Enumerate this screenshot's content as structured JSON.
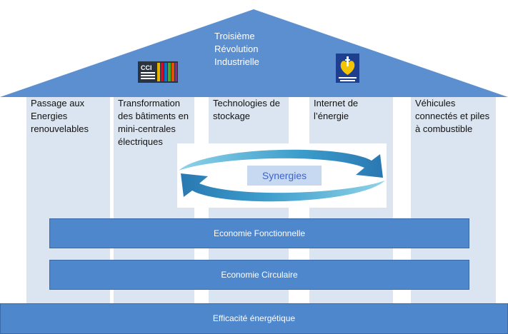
{
  "roof": {
    "title": "Troisième\nRévolution\nIndustrielle",
    "color": "#5b8fd0"
  },
  "logos": {
    "cci": "cci-region-logo",
    "region": "region-nord-pas-de-calais-logo"
  },
  "pillars": [
    {
      "label": "Passage aux Energies renouvelables"
    },
    {
      "label": "Transformation des bâtiments en mini-centrales électriques"
    },
    {
      "label": "Technologies de stockage"
    },
    {
      "label": "Internet de l’énergie"
    },
    {
      "label": "Véhicules connectés et piles à combustible"
    }
  ],
  "synergies": {
    "label": "Synergies"
  },
  "bands": {
    "fonctionnelle": "Economie Fonctionnelle",
    "circulaire": "Economie Circulaire"
  },
  "base": {
    "label": "Efficacité énergétique"
  },
  "colors": {
    "roof": "#5b8fd0",
    "pillar": "#dbe5f1",
    "band": "#4f87cc",
    "synergy_label_bg": "#c6d9f1",
    "synergy_text": "#3f63c8",
    "arrow": "#4aa3cf"
  }
}
